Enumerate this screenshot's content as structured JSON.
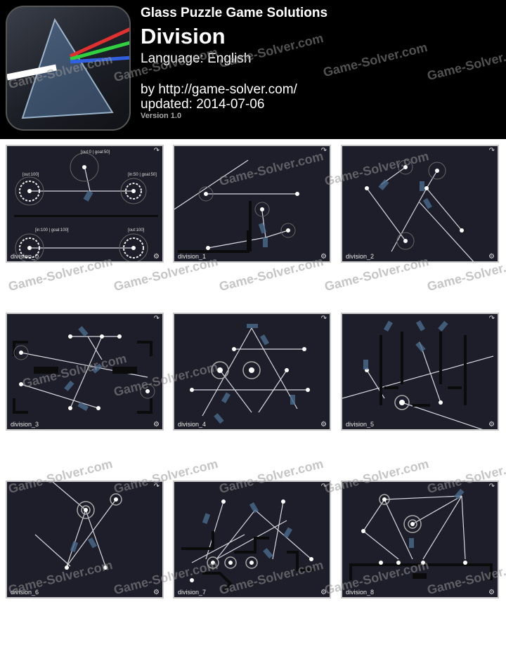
{
  "header": {
    "game_title": "Glass Puzzle Game Solutions",
    "level_title": "Division",
    "language": "Language: English",
    "by": "by http://game-solver.com/",
    "updated": "updated: 2014-07-06",
    "version": "Version 1.0"
  },
  "watermark": "Game-Solver.com",
  "levels": [
    {
      "label": "division_0"
    },
    {
      "label": "division_1"
    },
    {
      "label": "division_2"
    },
    {
      "label": "division_3"
    },
    {
      "label": "division_4"
    },
    {
      "label": "division_5"
    },
    {
      "label": "division_6"
    },
    {
      "label": "division_7"
    },
    {
      "label": "division_8"
    }
  ],
  "level0_annotations": {
    "a1": "[out:0 | goal:50]",
    "a2": "[out:100]",
    "a3": "[in:50 | goal:50]",
    "a4": "[in:100 | goal:100]",
    "a5": "[out:100]"
  },
  "icons": {
    "menu": "menu-icon",
    "gear": "gear-icon"
  },
  "colors": {
    "cell_bg": "#1e1e2a",
    "beam": "#d8d8e0",
    "glass": "#4a6c8c"
  }
}
